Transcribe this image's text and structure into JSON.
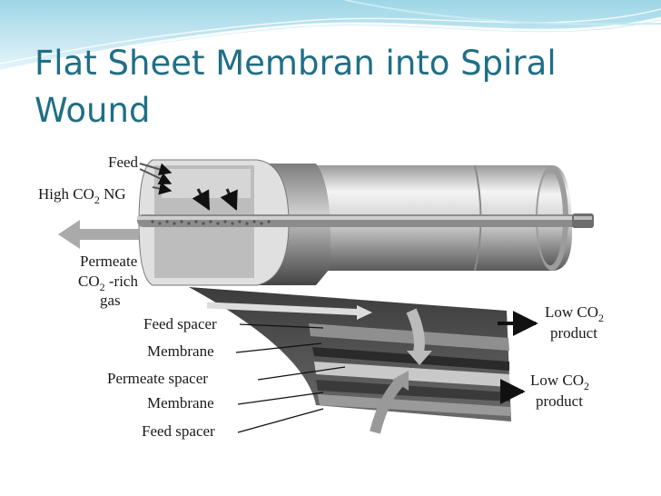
{
  "slide": {
    "title": "Flat Sheet Membran into Spiral Wound"
  },
  "diagram": {
    "labels": {
      "feed": "Feed",
      "high_co2": "High CO",
      "high_co2_sub": "2",
      "high_co2_suffix": " NG",
      "permeate": "Permeate",
      "co2": "CO",
      "co2_sub": "2",
      "rich": " -rich",
      "gas": "gas",
      "feed_spacer_1": "Feed spacer",
      "membrane_1": "Membrane",
      "permeate_spacer": "Permeate spacer",
      "membrane_2": "Membrane",
      "feed_spacer_2": "Feed spacer",
      "low_co2_1": "Low CO",
      "low_co2_1_sub": "2",
      "product_1": "product",
      "low_co2_2": "Low CO",
      "low_co2_2_sub": "2",
      "product_2": "product"
    }
  }
}
